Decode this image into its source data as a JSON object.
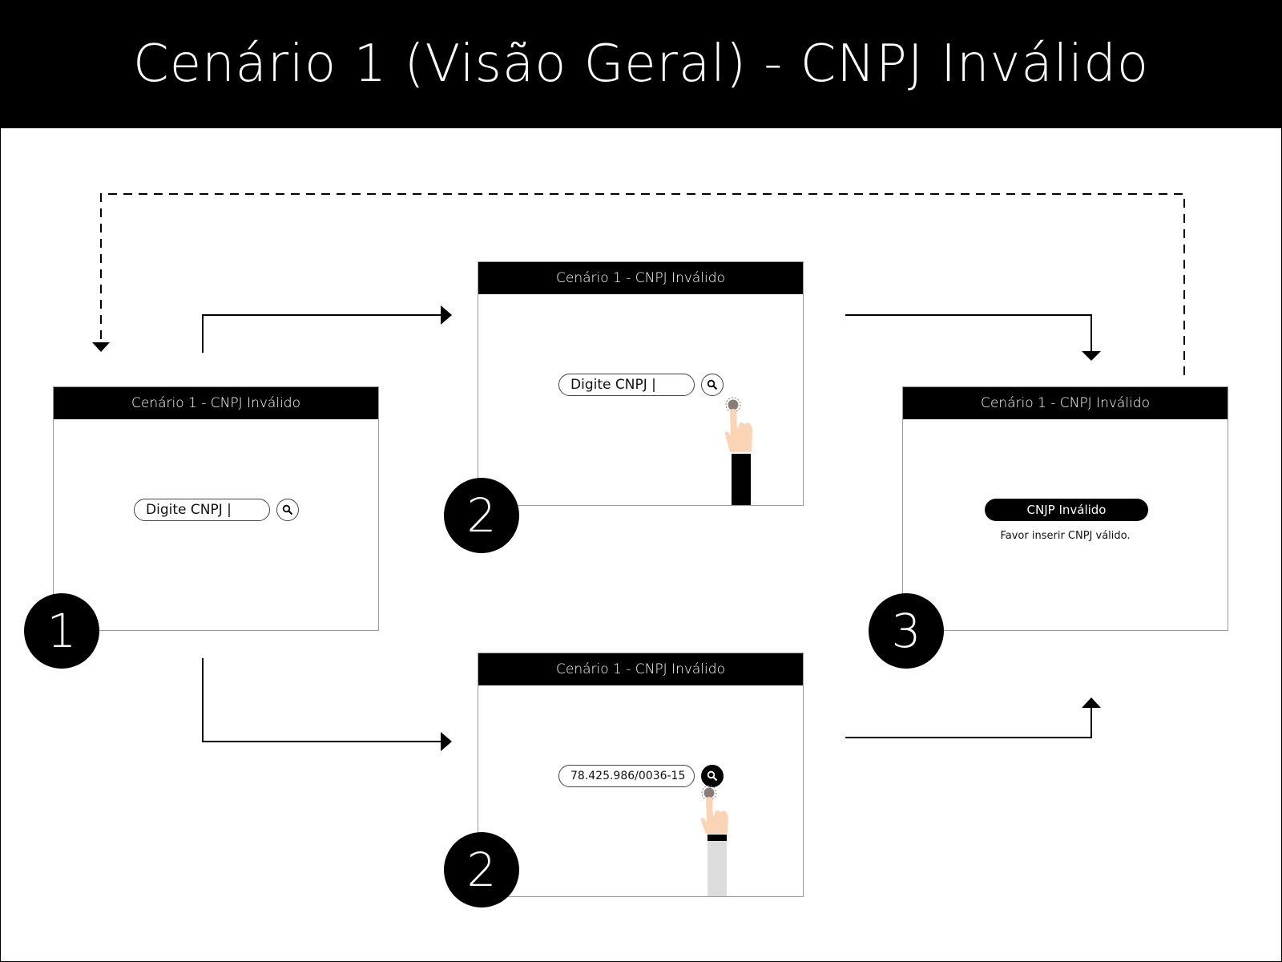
{
  "header": {
    "title": "Cenário 1 (Visão Geral) - CNPJ Inválido"
  },
  "screens": [
    {
      "step": "1",
      "title": "Cenário 1 - CNPJ Inválido",
      "input_value": "Digite CNPJ |"
    },
    {
      "step": "2",
      "title": "Cenário 1 - CNPJ Inválido",
      "input_value": "Digite CNPJ |"
    },
    {
      "step": "2",
      "title": "Cenário 1 - CNPJ Inválido",
      "input_value": "78.425.986/0036-15"
    },
    {
      "step": "3",
      "title": "Cenário 1 - CNPJ Inválido",
      "error_title": "CNJP Inválido",
      "error_message": "Favor inserir CNPJ válido."
    }
  ],
  "icons": {
    "search": "search-icon",
    "hand": "pointing-hand-icon"
  },
  "colors": {
    "primary": "#000000",
    "background": "#ffffff",
    "skin": "#fbd3b5",
    "tap": "#8a7c77",
    "sleeve_light": "#dcdcdc"
  }
}
